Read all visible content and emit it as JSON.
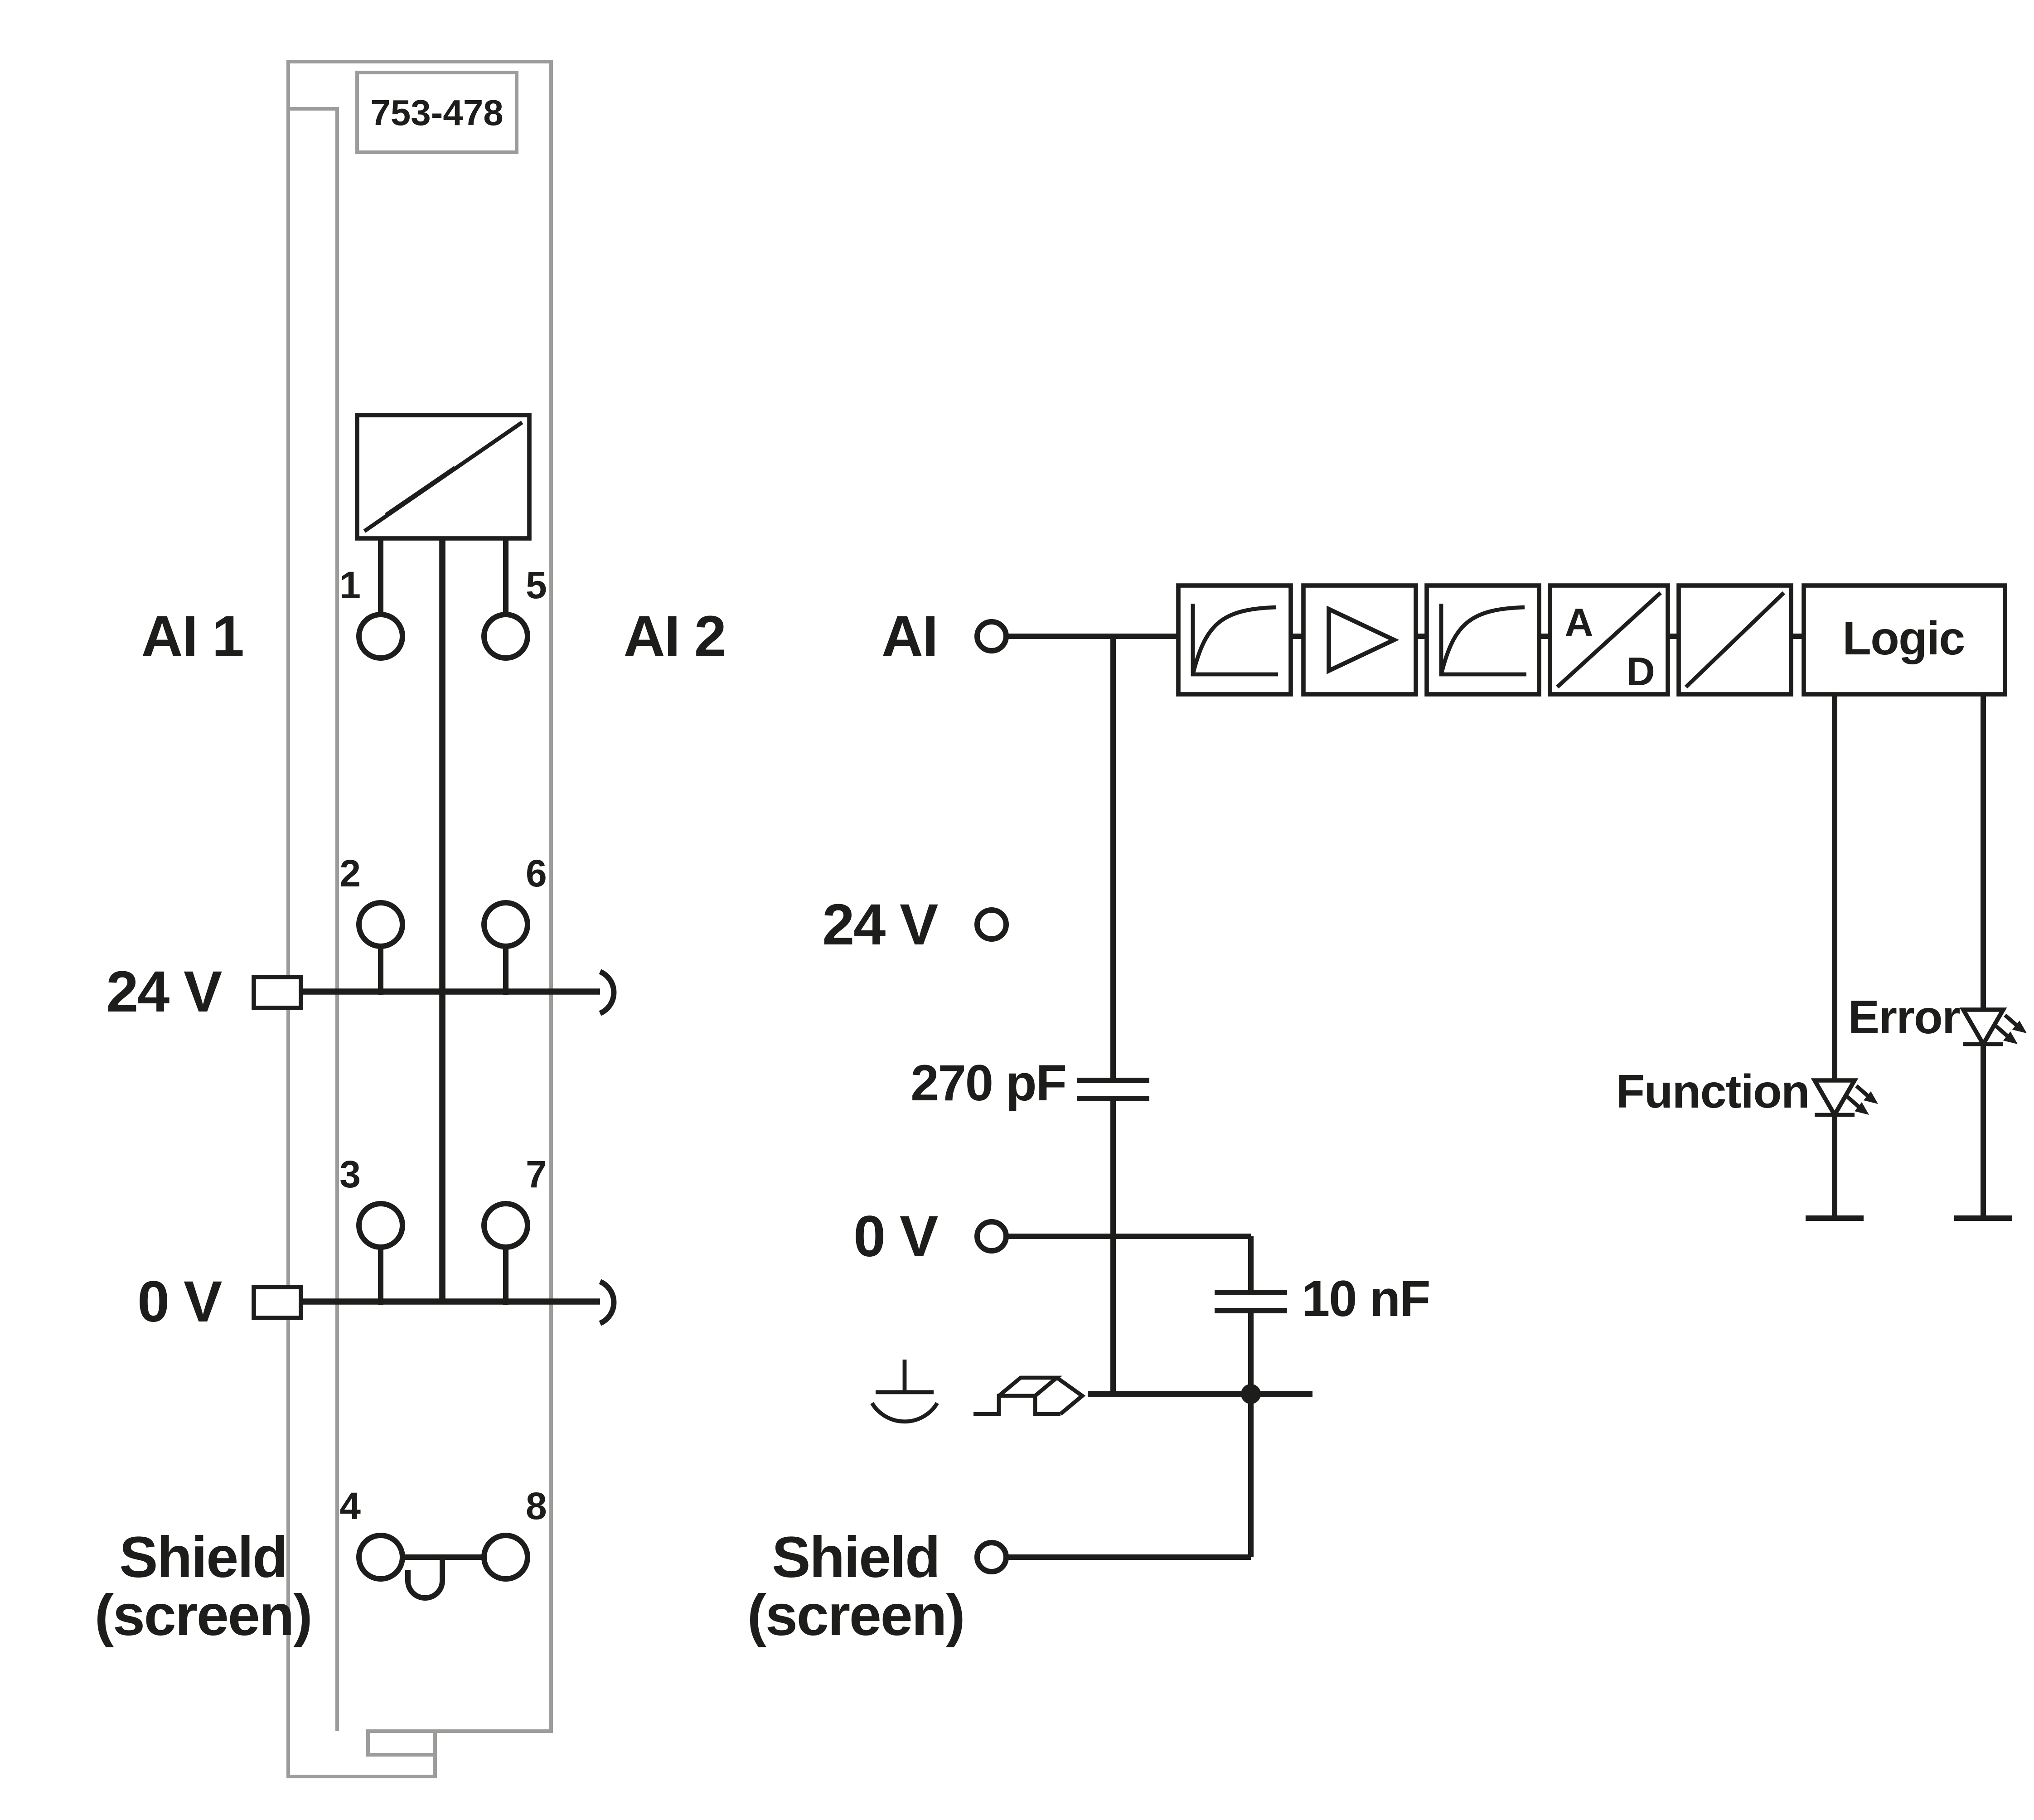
{
  "colors": {
    "ink": "#1d1d1b",
    "module_outline": "#9c9c9b",
    "background": "#ffffff"
  },
  "module": {
    "part_number": "753-478",
    "channel_1_label": "AI 1",
    "channel_2_label": "AI 2",
    "terminals": {
      "n1": "1",
      "n2": "2",
      "n3": "3",
      "n4": "4",
      "n5": "5",
      "n6": "6",
      "n7": "7",
      "n8": "8"
    },
    "power_24v_label": "24 V",
    "power_0v_label": "0 V",
    "shield_label_line_1": "Shield",
    "shield_label_line_2": "(screen)"
  },
  "schematic": {
    "ai_input_label": "AI",
    "supply_24v_label": "24 V",
    "supply_0v_label": "0 V",
    "shield_label_line_1": "Shield",
    "shield_label_line_2": "(screen)",
    "input_capacitor_value": "270 pF",
    "shield_capacitor_value": "10 nF",
    "adc_letter_a": "A",
    "adc_letter_d": "D",
    "logic_block_label": "Logic",
    "function_led_label": "Function",
    "error_led_label": "Error"
  }
}
